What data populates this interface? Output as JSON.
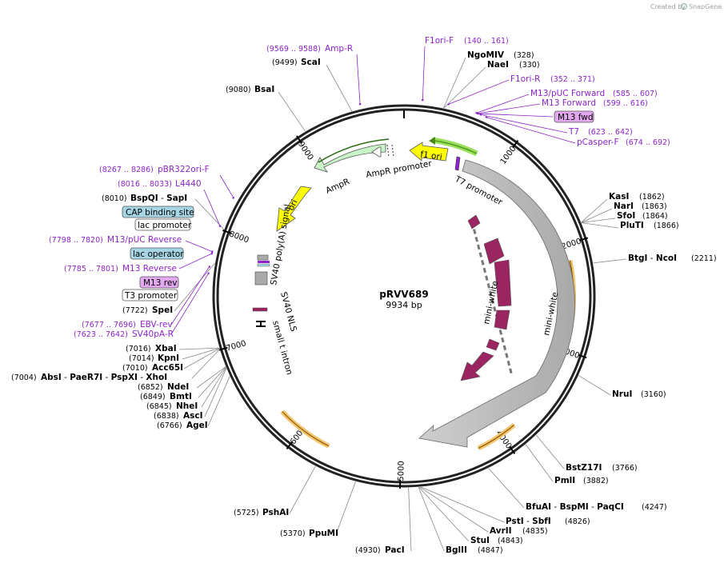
{
  "credit": {
    "text": "Created by",
    "brand": "SnapGene"
  },
  "plasmid": {
    "name": "pRVV689",
    "size": "9934 bp"
  },
  "ticks": [
    "1000",
    "2000",
    "3000",
    "4000",
    "5000",
    "6000",
    "7000",
    "8000",
    "9000"
  ],
  "enzymes": {
    "ngomiv": {
      "name": "NgoMIV",
      "pos": "(328)"
    },
    "naei": {
      "name": "NaeI",
      "pos": "(330)"
    },
    "scai": {
      "name": "ScaI",
      "pos": "(9499)"
    },
    "bsai": {
      "name": "BsaI",
      "pos": "(9080)"
    },
    "kasi": {
      "name": "KasI",
      "pos": "(1862)"
    },
    "nari": {
      "name": "NarI",
      "pos": "(1863)"
    },
    "sfoi": {
      "name": "SfoI",
      "pos": "(1864)"
    },
    "pluti": {
      "name": "PluTI",
      "pos": "(1866)"
    },
    "btgi": {
      "name": "BtgI",
      "sep": " - ",
      "name2": "NcoI",
      "pos": "(2211)"
    },
    "nrui": {
      "name": "NruI",
      "pos": "(3160)"
    },
    "bstz17i": {
      "name": "BstZ17I",
      "pos": "(3766)"
    },
    "pmli": {
      "name": "PmlI",
      "pos": "(3882)"
    },
    "bfuai": {
      "name": "BfuAI",
      "sep": " - ",
      "name2": "BspMI",
      "sep2": " - ",
      "name3": "PaqCI",
      "pos": "(4247)"
    },
    "psti": {
      "name": "PstI",
      "sep": " - ",
      "name2": "SbfI",
      "pos": "(4826)"
    },
    "avrii": {
      "name": "AvrII",
      "pos": "(4835)"
    },
    "stui": {
      "name": "StuI",
      "pos": "(4843)"
    },
    "bglii": {
      "name": "BglII",
      "pos": "(4847)"
    },
    "paci": {
      "name": "PacI",
      "pos": "(4930)"
    },
    "ppumi": {
      "name": "PpuMI",
      "pos": "(5370)"
    },
    "pshai": {
      "name": "PshAI",
      "pos": "(5725)"
    },
    "agei": {
      "name": "AgeI",
      "pos": "(6766)"
    },
    "asci": {
      "name": "AscI",
      "pos": "(6838)"
    },
    "nhei": {
      "name": "NheI",
      "pos": "(6845)"
    },
    "bmti": {
      "name": "BmtI",
      "pos": "(6849)"
    },
    "ndei": {
      "name": "NdeI",
      "pos": "(6852)"
    },
    "absi": {
      "name": "AbsI",
      "sep": " - ",
      "name2": "PaeR7I",
      "sep2": " - ",
      "name3": "PspXI",
      "sep3": " - ",
      "name4": "XhoI",
      "pos": "(7004)"
    },
    "acc65i": {
      "name": "Acc65I",
      "pos": "(7010)"
    },
    "kpni": {
      "name": "KpnI",
      "pos": "(7014)"
    },
    "xbai": {
      "name": "XbaI",
      "pos": "(7016)"
    },
    "spei": {
      "name": "SpeI",
      "pos": "(7722)"
    },
    "bspqi": {
      "name": "BspQI",
      "sep": " - ",
      "name2": "SapI",
      "pos": "(8010)"
    }
  },
  "primers": {
    "ampr": {
      "pos": "(9569 .. 9588)",
      "name": "Amp-R"
    },
    "f1orif": {
      "name": "F1ori-F",
      "pos": "(140 .. 161)"
    },
    "f1orir": {
      "name": "F1ori-R",
      "pos": "(352 .. 371)"
    },
    "m13puc": {
      "name": "M13/pUC Forward",
      "pos": "(585 .. 607)"
    },
    "m13fwd": {
      "name": "M13 Forward",
      "pos": "(599 .. 616)"
    },
    "m13fwdbox": {
      "name": "M13 fwd"
    },
    "t7": {
      "name": "T7",
      "pos": "(623 .. 642)"
    },
    "pcasper": {
      "name": "pCasper-F",
      "pos": "(674 .. 692)"
    },
    "pbr322": {
      "pos": "(8267 .. 8286)",
      "name": "pBR322ori-F"
    },
    "l4440": {
      "pos": "(8016 .. 8033)",
      "name": "L4440"
    },
    "m13pucrev": {
      "pos": "(7798 .. 7820)",
      "name": "M13/pUC Reverse"
    },
    "m13rev": {
      "pos": "(7785 .. 7801)",
      "name": "M13 Reverse"
    },
    "m13revbox": {
      "name": "M13 rev"
    },
    "ebvrev": {
      "pos": "(7677 .. 7696)",
      "name": "EBV-rev"
    },
    "sv40par": {
      "pos": "(7623 .. 7642)",
      "name": "SV40pA-R"
    }
  },
  "boxes": {
    "cap": "CAP binding site",
    "lacprom": "lac promoter",
    "lacop": "lac operator",
    "t3prom": "T3 promoter"
  },
  "features": {
    "f1ori": "f1 ori",
    "ampr": "AmpR",
    "amprprom": "AmpR promoter",
    "ori": "ori",
    "t7prom": "T7 promoter",
    "miniwhite1": "mini-white",
    "miniwhite2": "mini-white",
    "sv40pa": "SV40 poly(A) signal",
    "sv40nls": "SV40 NLS",
    "smallt": "small t intron"
  },
  "colors": {
    "primer": "#8e24c9",
    "ampr": "#c8f4c8",
    "ori": "#ffff00",
    "miniwhite": "#bdbdbd",
    "exon": "#9b2560",
    "box_blue": "#a6d5e3",
    "box_purple": "#e3a8ef",
    "orf": "#f0b040"
  }
}
